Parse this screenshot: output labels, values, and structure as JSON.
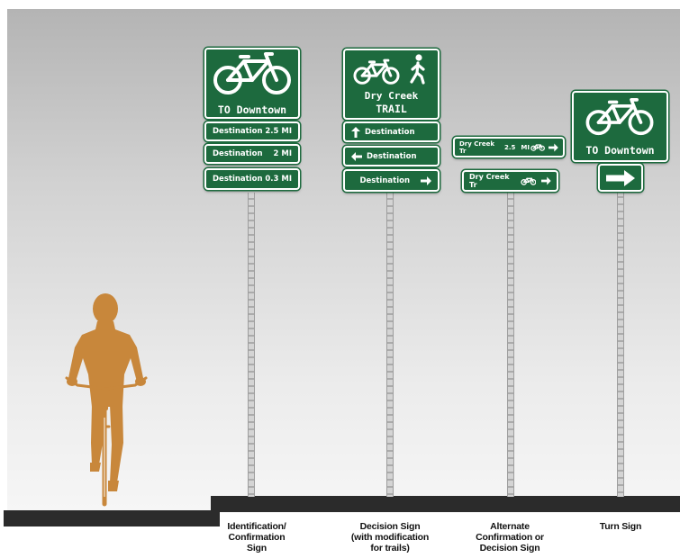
{
  "colors": {
    "sign_green": "#1d6a3e",
    "rider": "#c8873b",
    "ground": "#2b2b2b"
  },
  "icons": [
    "bicycle-icon",
    "pedestrian-icon",
    "arrow-up-icon",
    "arrow-left-icon",
    "arrow-right-icon"
  ],
  "signs": {
    "identification": {
      "main_text": "TO Downtown",
      "plates": [
        {
          "label": "Destination",
          "distance": "2.5 MI"
        },
        {
          "label": "Destination",
          "distance": "2 MI"
        },
        {
          "label": "Destination",
          "distance": "0.3 MI"
        }
      ],
      "caption": [
        "Identification/",
        "Confirmation",
        "Sign"
      ]
    },
    "decision": {
      "main_line1": "Dry Creek",
      "main_line2": "TRAIL",
      "plates": [
        {
          "label": "Destination",
          "arrow": "up"
        },
        {
          "label": "Destination",
          "arrow": "left"
        },
        {
          "label": "Destination",
          "arrow": "right"
        }
      ],
      "caption": [
        "Decision Sign",
        "(with modification",
        "for trails)"
      ]
    },
    "alternate": {
      "top_name": "Dry Creek Tr",
      "top_distance": "2.5",
      "top_unit": "MI",
      "bottom_name": "Dry Creek Tr",
      "caption": [
        "Alternate",
        "Confirmation or",
        "Decision Sign"
      ]
    },
    "turn": {
      "main_text": "TO Downtown",
      "caption": [
        "Turn Sign"
      ]
    }
  }
}
